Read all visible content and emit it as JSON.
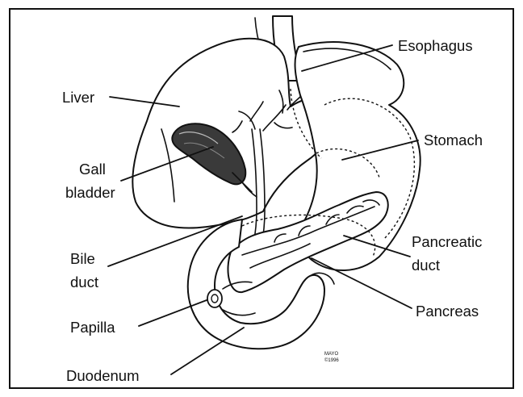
{
  "labels": {
    "liver": "Liver",
    "gall": "Gall",
    "bladder": "bladder",
    "bile": "Bile",
    "duct_bile": "duct",
    "papilla": "Papilla",
    "duodenum": "Duodenum",
    "esophagus": "Esophagus",
    "stomach": "Stomach",
    "pancreatic": "Pancreatic",
    "duct_pancreatic": "duct",
    "pancreas": "Pancreas"
  },
  "stamp": {
    "line1": "MAYO",
    "line2": "©1996"
  },
  "colors": {
    "ink": "#111111",
    "background": "#ffffff",
    "shading": "#3a3a3a"
  }
}
